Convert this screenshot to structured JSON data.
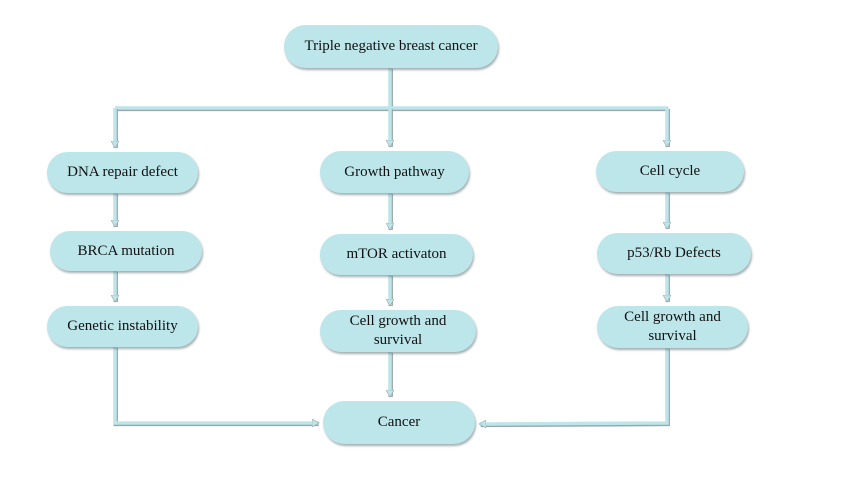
{
  "diagram": {
    "colors": {
      "node_fill": "#bde6ea",
      "connector": "#bde6ea",
      "connector_shadow": "#9aa7aa",
      "text": "#111111"
    },
    "root": {
      "id": "tnbc",
      "label": "Triple negative breast cancer"
    },
    "branches": [
      {
        "id": "dna",
        "nodes": [
          {
            "id": "dna-repair",
            "label": "DNA repair defect"
          },
          {
            "id": "brca",
            "label": "BRCA mutation"
          },
          {
            "id": "genetic",
            "label": "Genetic instability"
          }
        ]
      },
      {
        "id": "growth",
        "nodes": [
          {
            "id": "growth-pathway",
            "label": "Growth pathway"
          },
          {
            "id": "mtor",
            "label": "mTOR activaton"
          },
          {
            "id": "cell-growth-1",
            "label": "Cell growth and survival"
          }
        ]
      },
      {
        "id": "cycle",
        "nodes": [
          {
            "id": "cell-cycle",
            "label": "Cell cycle"
          },
          {
            "id": "p53rb",
            "label": "p53/Rb Defects"
          },
          {
            "id": "cell-growth-2",
            "label": "Cell growth and survival"
          }
        ]
      }
    ],
    "sink": {
      "id": "cancer",
      "label": "Cancer"
    },
    "edges": [
      {
        "from": "tnbc",
        "to": "dna-repair"
      },
      {
        "from": "tnbc",
        "to": "growth-pathway"
      },
      {
        "from": "tnbc",
        "to": "cell-cycle"
      },
      {
        "from": "dna-repair",
        "to": "brca"
      },
      {
        "from": "brca",
        "to": "genetic"
      },
      {
        "from": "growth-pathway",
        "to": "mtor"
      },
      {
        "from": "mtor",
        "to": "cell-growth-1"
      },
      {
        "from": "cell-cycle",
        "to": "p53rb"
      },
      {
        "from": "p53rb",
        "to": "cell-growth-2"
      },
      {
        "from": "genetic",
        "to": "cancer"
      },
      {
        "from": "cell-growth-1",
        "to": "cancer"
      },
      {
        "from": "cell-growth-2",
        "to": "cancer"
      }
    ]
  }
}
